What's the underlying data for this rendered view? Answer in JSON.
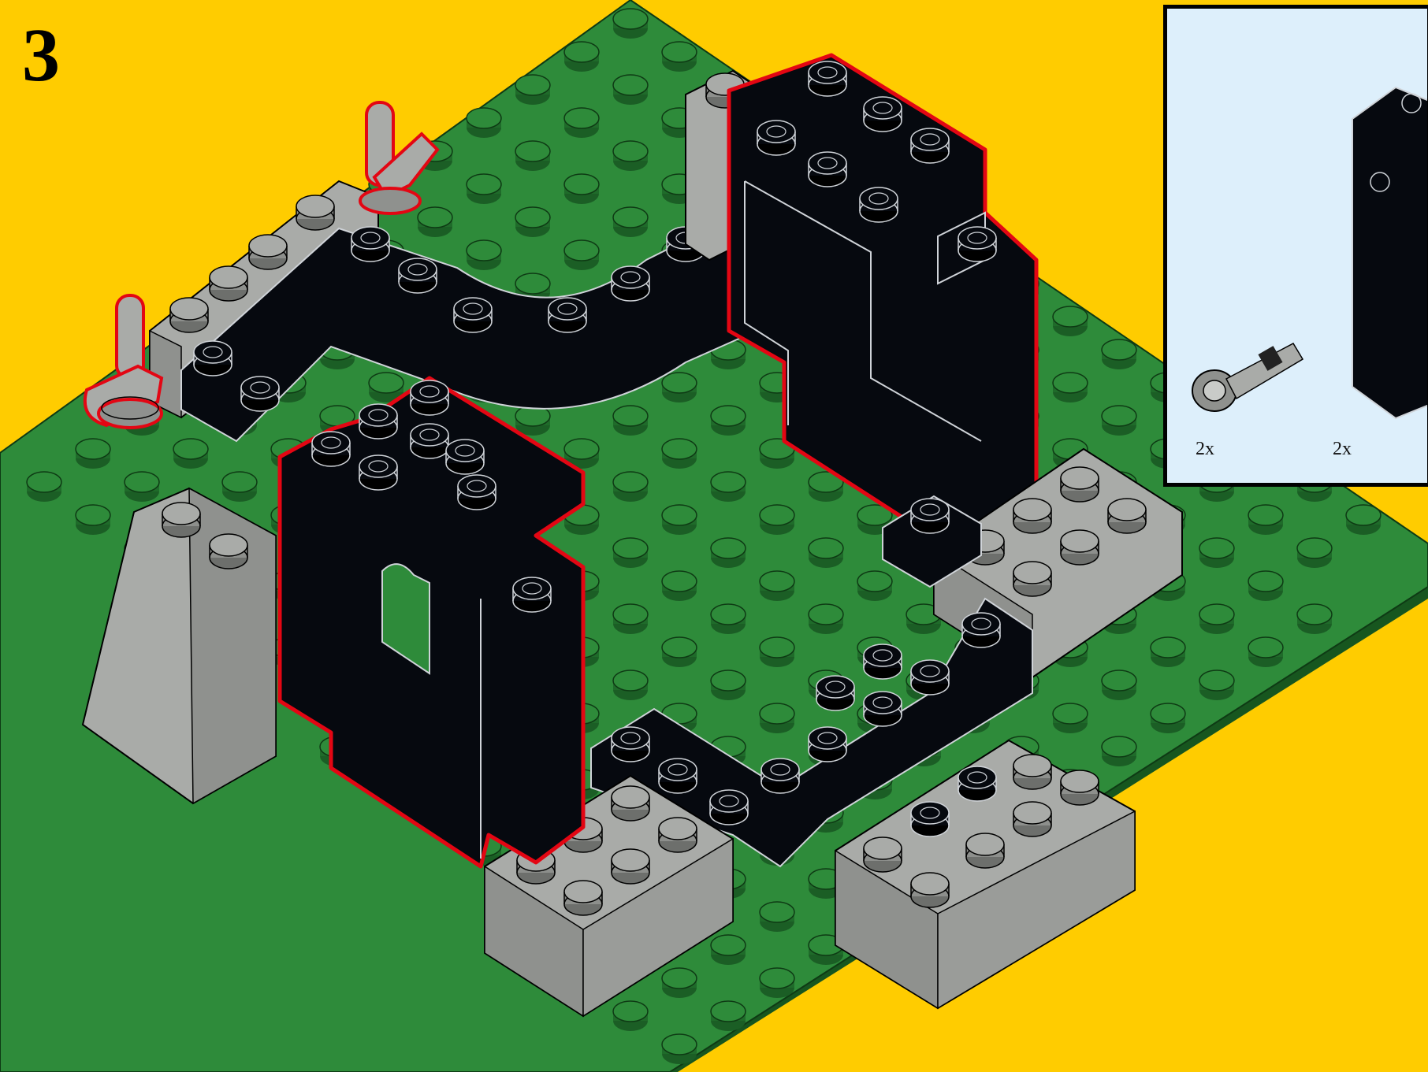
{
  "step": {
    "number": "3"
  },
  "parts_list": [
    {
      "quantity": "2x",
      "icon": "hinge-pin-icon"
    },
    {
      "quantity": "2x",
      "icon": "black-wall-panel-icon"
    }
  ],
  "colors": {
    "background": "#FFCC00",
    "baseplate": "#2E8B3A",
    "stud": "#1F6B2A",
    "black_brick": "#06090F",
    "grey_brick": "#A9ABA8",
    "highlight_outline": "#E30613",
    "parts_panel_bg": "#DDEFFB"
  }
}
